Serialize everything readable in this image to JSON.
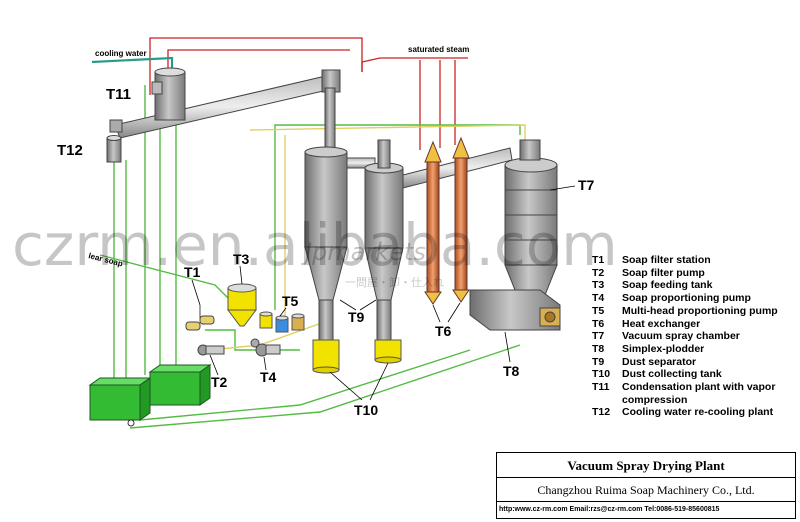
{
  "pipes": {
    "cooling_water": "cooling water",
    "saturated_steam": "saturated steam",
    "clear_soap": "lear soap"
  },
  "units": {
    "T1": "T1",
    "T2": "T2",
    "T3": "T3",
    "T4": "T4",
    "T5": "T5",
    "T6": "T6",
    "T7": "T7",
    "T8": "T8",
    "T9": "T9",
    "T10": "T10",
    "T11": "T11",
    "T12": "T12"
  },
  "watermark": {
    "text": "czrm.en.alibaba.com",
    "brand": "Jpmarkets",
    "brand_sub": "一問屋・卸・仕入れ"
  },
  "legend": [
    {
      "code": "T1",
      "desc": "Soap filter station"
    },
    {
      "code": "T2",
      "desc": "Soap filter pump"
    },
    {
      "code": "T3",
      "desc": "Soap feeding tank"
    },
    {
      "code": "T4",
      "desc": "Soap proportioning pump"
    },
    {
      "code": "T5",
      "desc": "Multi-head proportioning pump"
    },
    {
      "code": "T6",
      "desc": "Heat exchanger"
    },
    {
      "code": "T7",
      "desc": "Vacuum spray chamber"
    },
    {
      "code": "T8",
      "desc": "Simplex-plodder"
    },
    {
      "code": "T9",
      "desc": "Dust separator"
    },
    {
      "code": "T10",
      "desc": "Dust collecting tank"
    },
    {
      "code": "T11",
      "desc": "Condensation plant with vapor compression"
    },
    {
      "code": "T12",
      "desc": "Cooling water re-cooling plant"
    }
  ],
  "title": {
    "main": "Vacuum Spray Drying Plant",
    "company": "Changzhou Ruima Soap Machinery Co., Ltd.",
    "contact": "http:www.cz-rm.com   Email:rzs@cz-rm.com   Tel:0086-519-85600815"
  },
  "colors": {
    "steam": "#cc2222",
    "water": "#2a9a8a",
    "soap_line": "#55bb44",
    "product_line": "#e0d060",
    "vessel": "#9a9a9a",
    "tank_green": "#33bb33",
    "liquid": "#f2e200"
  }
}
